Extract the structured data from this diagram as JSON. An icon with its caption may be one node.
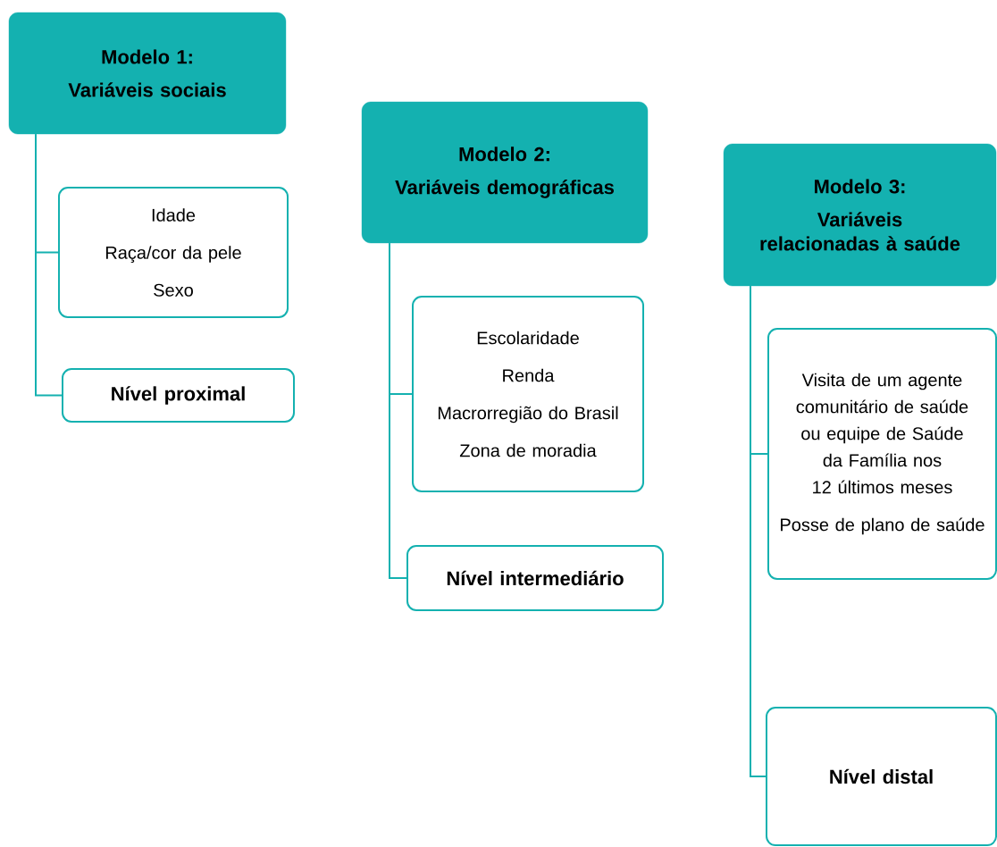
{
  "diagram": {
    "nodes": [
      {
        "text": [
          "Modelo 1:",
          "Variáveis sociais"
        ]
      },
      {
        "text": [
          "Idade",
          "Raça/cor da pele",
          "Sexo"
        ]
      },
      {
        "text": [
          "Nível proximal"
        ]
      },
      {
        "text": [
          "Modelo 2:",
          "Variáveis demográficas"
        ]
      },
      {
        "text": [
          "Escolaridade",
          "Renda",
          "Macrorregião do Brasil",
          "Zona de moradia"
        ]
      },
      {
        "text": [
          "Nível intermediário"
        ]
      },
      {
        "text": [
          "Modelo 3:",
          "Variáveis relacionadas à saúde"
        ]
      },
      {
        "text": [
          "Visita de um agente comunitário de saúde ou equipe de Saúde da Família nos 12 últimos meses",
          "Posse de plano de saúde"
        ]
      },
      {
        "text": [
          "Nível distal"
        ]
      }
    ],
    "edges": [
      {
        "from": 0,
        "to": 1,
        "arrow": "none"
      },
      {
        "from": 0,
        "to": 2,
        "arrow": "none"
      },
      {
        "from": 3,
        "to": 4,
        "arrow": "none"
      },
      {
        "from": 3,
        "to": 5,
        "arrow": "none"
      },
      {
        "from": 6,
        "to": 7,
        "arrow": "none"
      },
      {
        "from": 6,
        "to": 8,
        "arrow": "none"
      }
    ]
  }
}
